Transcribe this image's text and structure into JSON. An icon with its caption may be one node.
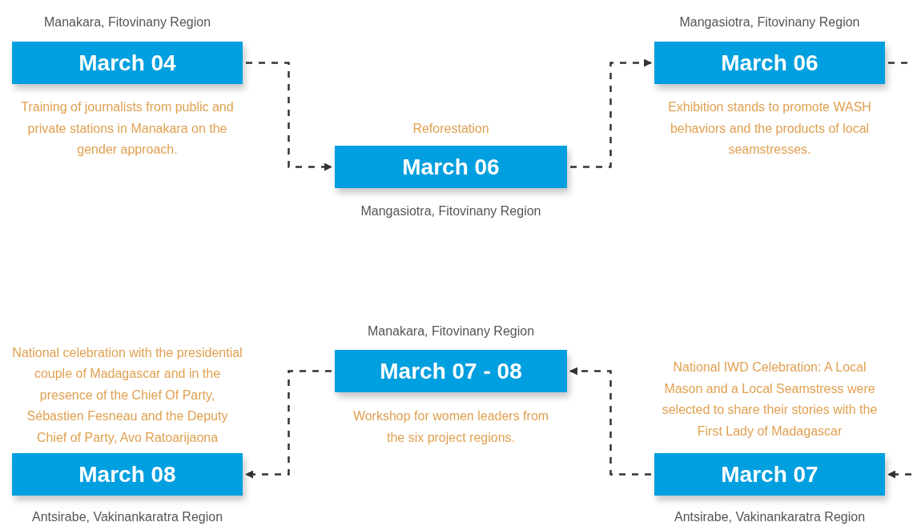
{
  "diagram": {
    "nodes": [
      {
        "text": [
          "March 04"
        ],
        "beside": [
          "Manakara, Fitovinany Region",
          "Training of journalists from public and private stations in Manakara on the gender approach."
        ]
      },
      {
        "text": [
          "March 06"
        ],
        "beside": [
          "Reforestation",
          "Mangasiotra, Fitovinany Region"
        ]
      },
      {
        "text": [
          "March 06"
        ],
        "beside": [
          "Mangasiotra, Fitovinany Region",
          "Exhibition stands to promote WASH behaviors and the products of local seamstresses."
        ]
      },
      {
        "text": [
          "March 08"
        ],
        "beside": [
          "National celebration with the presidential couple of Madagascar and in the presence of the Chief Of Party, Sébastien Fesneau and the Deputy Chief of Party, Avo Ratoarijaona",
          "Antsirabe, Vakinankaratra Region"
        ]
      },
      {
        "text": [
          "March 07 - 08"
        ],
        "beside": [
          "Manakara, Fitovinany Region",
          "Workshop for women leaders from the six project regions."
        ]
      },
      {
        "text": [
          "March 07"
        ],
        "beside": [
          "National IWD Celebration: A Local Mason and a Local Seamstress were selected to share their stories with the First Lady of Madagascar",
          "Antsirabe, Vakinankaratra Region"
        ]
      }
    ],
    "edges": [
      {
        "from": 0,
        "to": 1,
        "arrow": "to",
        "style": "dashed"
      },
      {
        "from": 1,
        "to": 2,
        "arrow": "to",
        "style": "dashed"
      },
      {
        "from": 2,
        "to": null,
        "arrow": "none",
        "style": "dashed"
      },
      {
        "from": null,
        "to": 5,
        "arrow": "to",
        "style": "dashed"
      },
      {
        "from": 5,
        "to": 4,
        "arrow": "to",
        "style": "dashed"
      },
      {
        "from": 4,
        "to": 3,
        "arrow": "to",
        "style": "dashed"
      }
    ]
  }
}
